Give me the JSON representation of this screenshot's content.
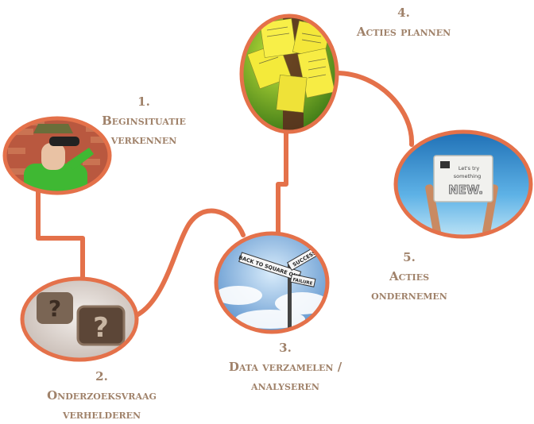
{
  "steps": [
    {
      "number": "1.",
      "line1": "Beginsituatie",
      "line2": "verkennen",
      "photo": "woman-with-binoculars"
    },
    {
      "number": "2.",
      "line1": "Onderzoeksvraag",
      "line2": "verhelderen",
      "photo": "question-mark-cufflinks"
    },
    {
      "number": "3.",
      "line1": "Data verzamelen /",
      "line2": "analyseren",
      "photo": "signpost-sky"
    },
    {
      "number": "4.",
      "line1": "Acties plannen",
      "line2": "",
      "photo": "sticky-notes"
    },
    {
      "number": "5.",
      "line1": "Acties",
      "line2": "ondernemen",
      "photo": "hands-holding-sign"
    }
  ],
  "signpost": {
    "sign_left": "BACK TO SQUARE ONE",
    "sign_right": "SUCCESS",
    "sign_lower": "FAILURE"
  },
  "sign_card": {
    "line1": "Let's try",
    "line2": "something",
    "line3": "NEW."
  },
  "colors": {
    "path": "#e4714a",
    "frame": "#e4714a",
    "label": "#a0826a"
  }
}
